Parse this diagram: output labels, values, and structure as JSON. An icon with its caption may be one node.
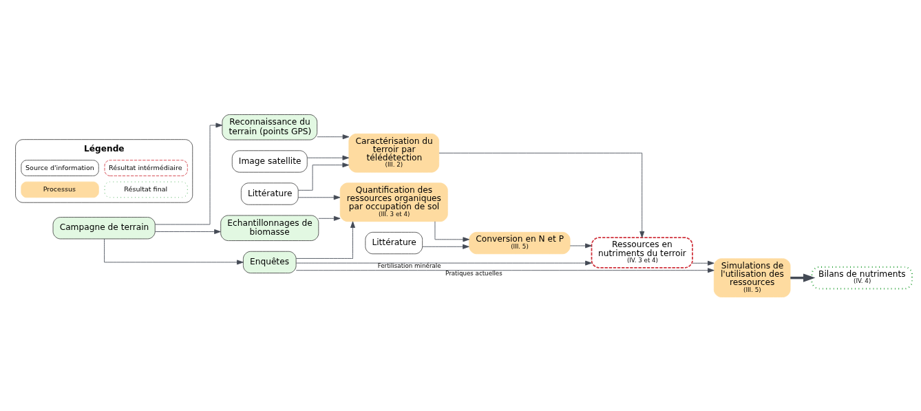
{
  "diagram": {
    "nodes": [
      {
        "text": [
          "Campagne de terrain"
        ]
      },
      {
        "text": [
          "Image satellite"
        ]
      },
      {
        "text": [
          "Reconnaissance du terrain (points GPS)"
        ]
      },
      {
        "text": [
          "Littérature"
        ]
      },
      {
        "text": [
          "Echantillonnages de biomasse"
        ]
      },
      {
        "text": [
          "Enquêtes"
        ]
      },
      {
        "text": [
          "Caractérisation du terroir par télédétection",
          "(III. 2)"
        ]
      },
      {
        "text": [
          "Quantification des ressources organiques par occupation de sol",
          "(III. 3 et 4)"
        ]
      },
      {
        "text": [
          "Littérature"
        ]
      },
      {
        "text": [
          "Conversion en N et P",
          "(III. 5)"
        ]
      },
      {
        "text": [
          "Ressources en nutriments du terroir",
          "(IV. 3 et 4)"
        ]
      },
      {
        "text": [
          "Simulations de l'utilisation des ressources",
          "(III. 5)"
        ]
      },
      {
        "text": [
          "Bilans de nutriments",
          "(IV. 4)"
        ]
      }
    ],
    "edges": [
      {
        "from": 0,
        "to": 2,
        "arrow": "to"
      },
      {
        "from": 0,
        "to": 4,
        "arrow": "to"
      },
      {
        "from": 0,
        "to": 5,
        "arrow": "to"
      },
      {
        "from": 1,
        "to": 6,
        "arrow": "to"
      },
      {
        "from": 2,
        "to": 6,
        "arrow": "to"
      },
      {
        "from": 3,
        "to": 6,
        "arrow": "to"
      },
      {
        "from": 3,
        "to": 7,
        "arrow": "to"
      },
      {
        "from": 4,
        "to": 7,
        "arrow": "to"
      },
      {
        "from": 5,
        "to": 7,
        "arrow": "to"
      },
      {
        "from": 7,
        "to": 9,
        "arrow": "to"
      },
      {
        "from": 8,
        "to": 9,
        "arrow": "to"
      },
      {
        "from": 6,
        "to": 10,
        "arrow": "to"
      },
      {
        "from": 9,
        "to": 10,
        "arrow": "to"
      },
      {
        "from": 5,
        "to": 10,
        "arrow": "to",
        "label": "Fertilisation minérale"
      },
      {
        "from": 5,
        "to": 11,
        "arrow": "to",
        "label": "Pratiques actuelles"
      },
      {
        "from": 10,
        "to": 11,
        "arrow": "to"
      },
      {
        "from": 11,
        "to": 12,
        "arrow": "to",
        "style": "thick"
      }
    ],
    "labels": [
      "Légende"
    ],
    "legend": [
      {
        "text": "Source d'information"
      },
      {
        "text": "Résultat intérmédiaire"
      },
      {
        "text": "Processus",
        "color": "#fedba0"
      },
      {
        "text": "Résultat final"
      }
    ]
  }
}
